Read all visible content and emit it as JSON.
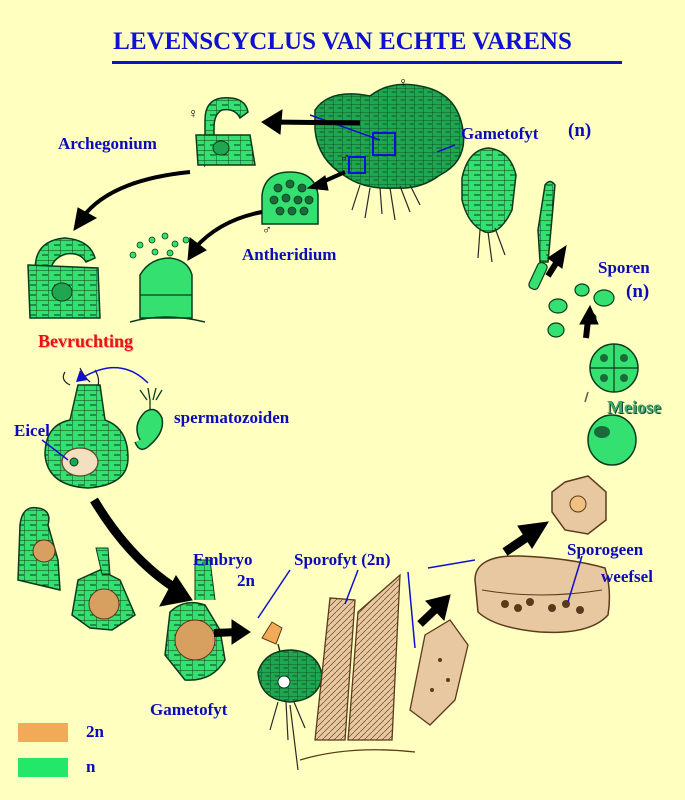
{
  "title": "LEVENSCYCLUS VAN ECHTE VARENS",
  "labels": {
    "gametofyt_top": "Gametofyt",
    "gametofyt_top_ploidy": "(n)",
    "archegonium": "Archegonium",
    "antheridium": "Antheridium",
    "sporen": "Sporen",
    "sporen_ploidy": "(n)",
    "bevruchting": "Bevruchting",
    "spermatozoiden": "spermatozoiden",
    "eicel": "Eicel",
    "meiose": "Meiose",
    "embryo": "Embryo",
    "embryo_ploidy": "2n",
    "sporofyt": "Sporofyt (2n)",
    "sporogeen": "Sporogeen",
    "weefsel": "weefsel",
    "gametofyt_bottom": "Gametofyt",
    "female_symbol": "♀",
    "male_symbol": "♂"
  },
  "legend": [
    {
      "label": "2n",
      "color": "#f2aa58"
    },
    {
      "label": "n",
      "color": "#22e86a"
    }
  ],
  "colors": {
    "background": "#ffffc0",
    "text": "#0b0bb8",
    "haploid": "#22e86a",
    "diploid": "#f2aa58",
    "tissue": "#e8c8a0"
  }
}
